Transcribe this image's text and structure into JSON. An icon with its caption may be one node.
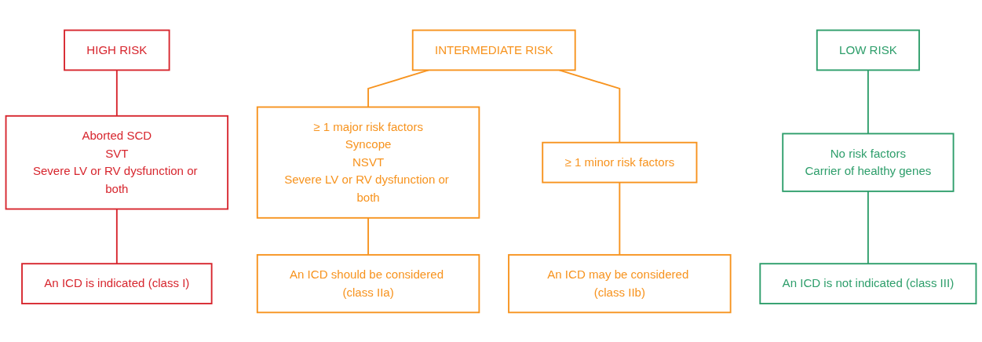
{
  "diagram": {
    "nodes": [
      {
        "text": [
          "HIGH RISK"
        ]
      },
      {
        "text": [
          "Aborted SCD",
          "SVT",
          "Severe LV or RV dysfunction or both"
        ]
      },
      {
        "text": [
          "An ICD is indicated (class I)"
        ]
      },
      {
        "text": [
          "INTERMEDIATE RISK"
        ]
      },
      {
        "text": [
          "≥ 1 major risk factors",
          "Syncope",
          "NSVT",
          "Severe LV or RV dysfunction or both"
        ]
      },
      {
        "text": [
          "≥ 1 minor risk factors"
        ]
      },
      {
        "text": [
          "An ICD should be considered (class IIa)"
        ]
      },
      {
        "text": [
          "An ICD may be considered (class IIb)"
        ]
      },
      {
        "text": [
          "LOW RISK"
        ]
      },
      {
        "text": [
          "No risk factors",
          "Carrier of healthy genes"
        ]
      },
      {
        "text": [
          "An ICD is not indicated (class III)"
        ]
      }
    ],
    "edges": [
      {
        "from": 0,
        "to": 1,
        "arrow": "none",
        "color": "#d7262e"
      },
      {
        "from": 1,
        "to": 2,
        "arrow": "none",
        "color": "#d7262e"
      },
      {
        "from": 3,
        "to": 4,
        "arrow": "none"
      },
      {
        "from": 3,
        "to": 5,
        "arrow": "none"
      },
      {
        "from": 4,
        "to": 6,
        "arrow": "none"
      },
      {
        "from": 5,
        "to": 7,
        "arrow": "none"
      },
      {
        "from": 8,
        "to": 9,
        "arrow": "none",
        "color": "#2e9e6b"
      },
      {
        "from": 9,
        "to": 10,
        "arrow": "none",
        "color": "#2e9e6b"
      }
    ]
  }
}
